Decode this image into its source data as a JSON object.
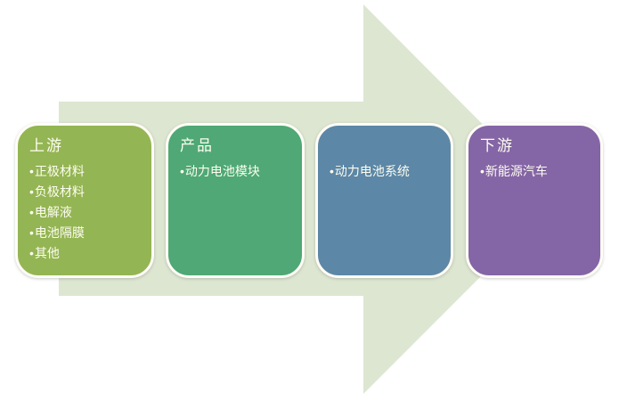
{
  "diagram": {
    "type": "process-flow-arrow",
    "bullet_char": "•",
    "arrow": {
      "name": "right-arrow-background",
      "color": "#dde6d1"
    },
    "boxes": [
      {
        "title": "上游",
        "bullets": [
          "正极材料",
          "负极材料",
          "电解液",
          "电池隔膜",
          "其他"
        ],
        "color": "#94b553"
      },
      {
        "title": "产品",
        "bullets": [
          "动力电池模块"
        ],
        "color": "#4fa875"
      },
      {
        "title": "",
        "bullets": [
          "动力电池系统"
        ],
        "color": "#5d87a6"
      },
      {
        "title": "下游",
        "bullets": [
          "新能源汽车"
        ],
        "color": "#8465a5"
      }
    ]
  }
}
